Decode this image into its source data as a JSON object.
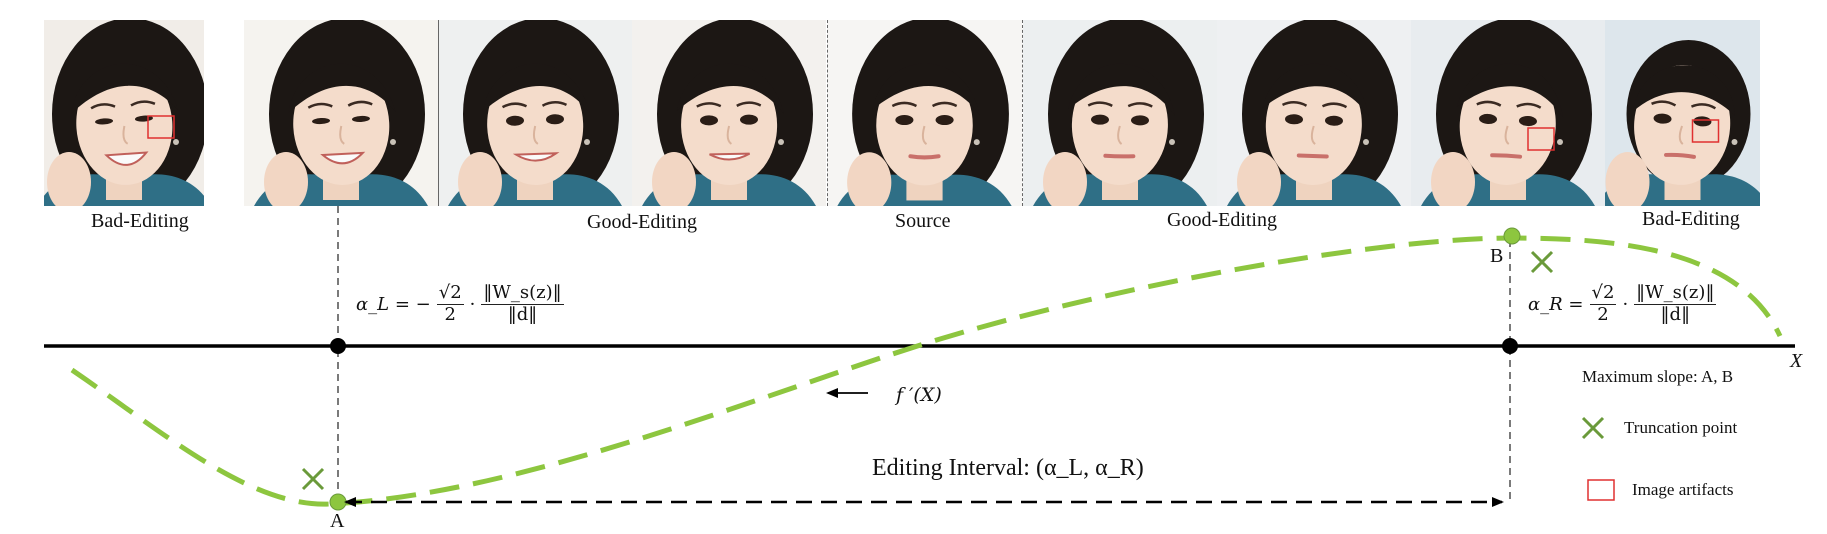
{
  "captions": {
    "bad_left": "Bad-Editing",
    "good_left": "Good-Editing",
    "source": "Source",
    "good_right": "Good-Editing",
    "bad_right": "Bad-Editing"
  },
  "points": {
    "a": "A",
    "b": "B",
    "x_axis": "X"
  },
  "alpha_left": {
    "lhs": "α_L = −",
    "coef_num": "√2",
    "coef_den": "2",
    "dot": "·",
    "frac_num": "‖W_s(z)‖",
    "frac_den": "‖d‖"
  },
  "alpha_right": {
    "lhs": "α_R =",
    "coef_num": "√2",
    "coef_den": "2",
    "dot": "·",
    "frac_num": "‖W_s(z)‖",
    "frac_den": "‖d‖"
  },
  "derivative_label": "f ′(X)",
  "interval_label": "Editing Interval:  (α_L, α_R)",
  "legend": {
    "max_slope": "Maximum slope: A, B",
    "truncation": "Truncation point",
    "artifacts": "Image artifacts"
  },
  "colors": {
    "curve": "#8dc63f",
    "point_fill": "#8dc63f",
    "truncation_marker": "#6a9a3a",
    "artifact_box": "#e03030",
    "axis": "#000000"
  },
  "icons": [
    "truncation-x-icon",
    "artifact-box-icon",
    "arrow-left-icon",
    "double-arrow-icon"
  ]
}
